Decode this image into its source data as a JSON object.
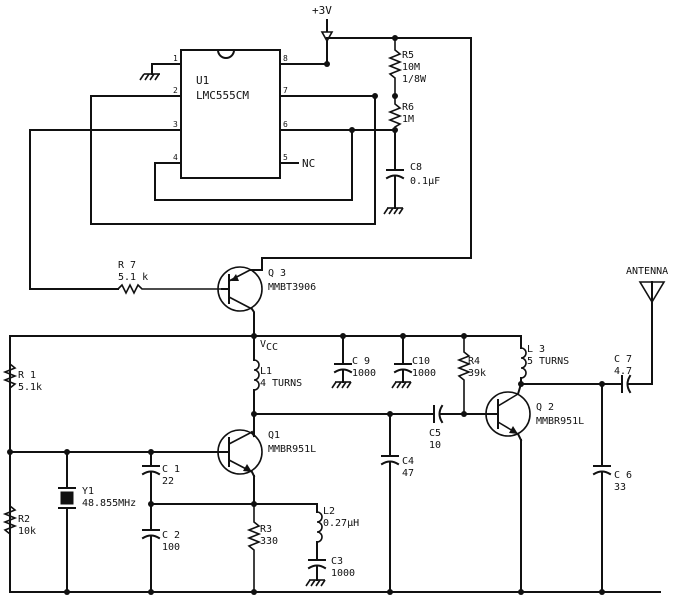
{
  "power": {
    "label": "+3V"
  },
  "ic": {
    "ref": "U1",
    "part": "LMC555CM",
    "pins": [
      "1",
      "2",
      "3",
      "4",
      "5",
      "6",
      "7",
      "8"
    ],
    "nc": "NC"
  },
  "components": {
    "r5": {
      "ref": "R5",
      "value": "10M",
      "extra": "1/8W"
    },
    "r6": {
      "ref": "R6",
      "value": "1M"
    },
    "c8": {
      "ref": "C8",
      "value": "0.1",
      "unit": "F"
    },
    "r7": {
      "ref": "R 7",
      "value": "5.1 k"
    },
    "q3": {
      "ref": "Q 3",
      "part": "MMBT3906"
    },
    "vcc": {
      "main": "V",
      "sub": "CC"
    },
    "c9": {
      "ref": "C 9",
      "value": "1000"
    },
    "c10": {
      "ref": "C10",
      "value": "1000"
    },
    "r4": {
      "ref": "R4",
      "value": "39k"
    },
    "l3": {
      "ref": "L 3",
      "value": "5 TURNS"
    },
    "c7": {
      "ref": "C 7",
      "value": "4.7"
    },
    "antenna": {
      "label": "ANTENNA"
    },
    "r1": {
      "ref": "R 1",
      "value": "5.1k"
    },
    "l1": {
      "ref": "L1",
      "value": "4 TURNS"
    },
    "q1": {
      "ref": "Q1",
      "part": "MMBR951L"
    },
    "c5": {
      "ref": "C5",
      "value": "10"
    },
    "q2": {
      "ref": "Q 2",
      "part": "MMBR951L"
    },
    "c4": {
      "ref": "C4",
      "value": "47"
    },
    "c6": {
      "ref": "C 6",
      "value": "33"
    },
    "c1": {
      "ref": "C 1",
      "value": "22"
    },
    "y1": {
      "ref": "Y1",
      "value": "48.855MHz"
    },
    "c2": {
      "ref": "C 2",
      "value": "100"
    },
    "r2": {
      "ref": "R2",
      "value": "10k"
    },
    "r3": {
      "ref": "R3",
      "value": "330"
    },
    "l2": {
      "ref": "L2",
      "value": "0.27",
      "unit": "H"
    },
    "c3": {
      "ref": "C3",
      "value": "1000"
    }
  },
  "symbols": {
    "micro": "μ"
  }
}
